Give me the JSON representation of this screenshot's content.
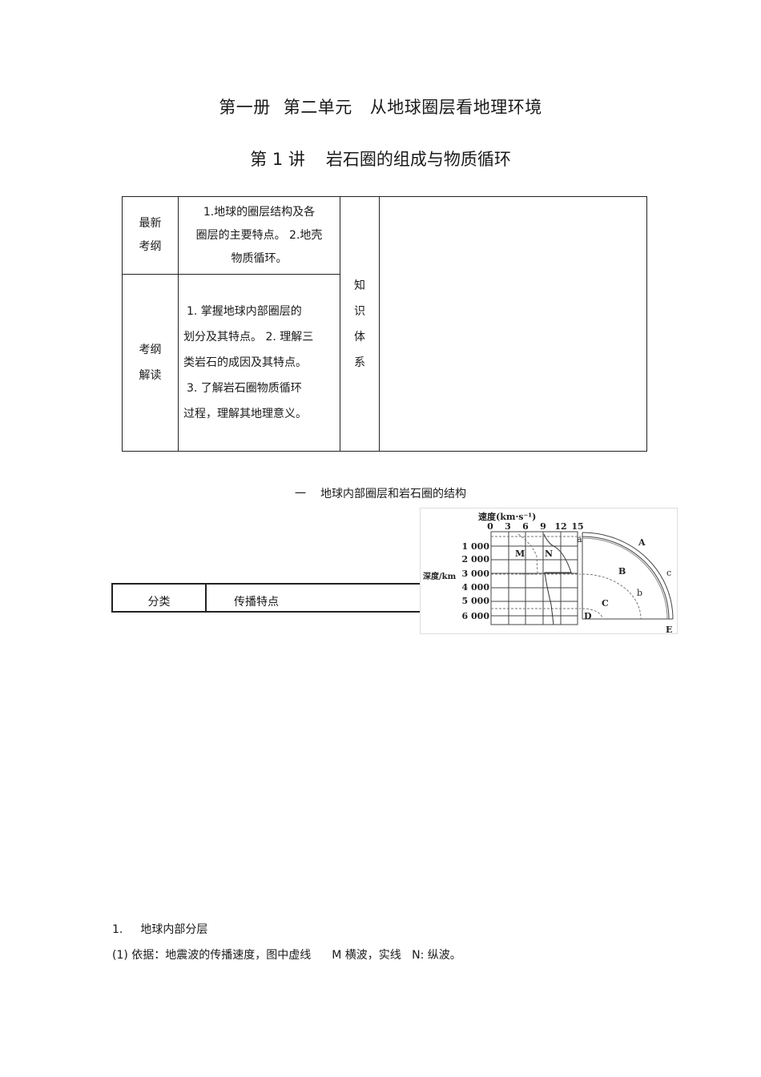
{
  "header": {
    "title_parts": [
      "第一册",
      "第二单元",
      "从地球圈层看地理环境"
    ],
    "subtitle_parts": [
      "第 1 讲",
      "岩石圈的组成与物质循环"
    ]
  },
  "outline_table": {
    "row1_label": [
      "最新",
      "考纲"
    ],
    "row1_content": "1.地球的圈层结构及各圈层的主要特点。 2.地壳物质循环。",
    "row1_lines": [
      "1.地球的圈层结构及各",
      "圈层的主要特点。  2.地壳",
      "物质循环。"
    ],
    "row2_label": [
      "考纲",
      "解读"
    ],
    "row2_lines": [
      "1. 掌握地球内部圈层的",
      "划分及其特点。 2. 理解三",
      "类岩石的成因及其特点。",
      "3. 了解岩石圈物质循环",
      "过程，理解其地理意义。"
    ],
    "vertical_label": [
      "知",
      "识",
      "体",
      "系"
    ],
    "knowledge_content": ""
  },
  "section1": {
    "number": "一",
    "title": "地球内部圈层和岩石圈的结构"
  },
  "classification_table": {
    "headers": [
      "分类",
      "传播特点"
    ]
  },
  "figure": {
    "x_axis_title": "速度(km·s⁻¹)",
    "x_ticks": [
      "0",
      "3",
      "6",
      "9",
      "12",
      "15"
    ],
    "y_axis_title": "深度/km",
    "y_ticks": [
      "1 000",
      "2 000",
      "3 000",
      "4 000",
      "5 000",
      "6 000"
    ],
    "curve_labels": [
      "M",
      "N"
    ],
    "layer_labels": [
      "A",
      "B",
      "C",
      "D",
      "E"
    ],
    "boundary_labels": [
      "a",
      "b",
      "c"
    ]
  },
  "body": {
    "item1_number": "1.",
    "item1_title": "地球内部分层",
    "item2_prefix": "(1) 依据：地震波的传播速度，图中虚线",
    "item2_m": "M 横波，实线",
    "item2_n": "N: 纵波。"
  }
}
